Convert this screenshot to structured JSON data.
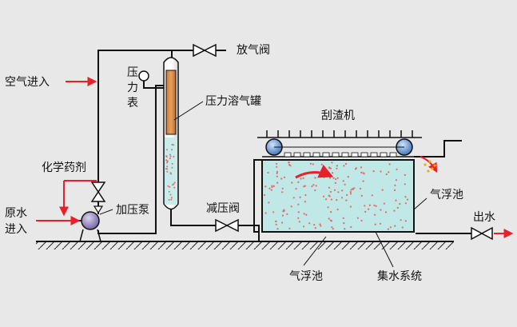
{
  "labels": {
    "vent_valve": "放气阀",
    "air_inlet": "空气进入",
    "gauge_1": "压",
    "gauge_2": "力",
    "gauge_3": "表",
    "tank": "压力溶气罐",
    "scraper": "刮渣机",
    "chemical": "化学药剂",
    "pump": "加压泵",
    "raw_water_1": "原水",
    "raw_water_2": "进入",
    "reducing_valve": "减压阀",
    "flotation_right": "气浮池",
    "outlet": "出水",
    "flotation_bottom": "气浮池",
    "collection": "集水系统"
  },
  "colors": {
    "background": "#e8e8e8",
    "pipe": "#111111",
    "arrow": "#e8202a",
    "water": "#b9e6e4",
    "bubble": "#e06a6a",
    "tank_core": "#d98a4a",
    "pump": "#8a7ab6"
  }
}
